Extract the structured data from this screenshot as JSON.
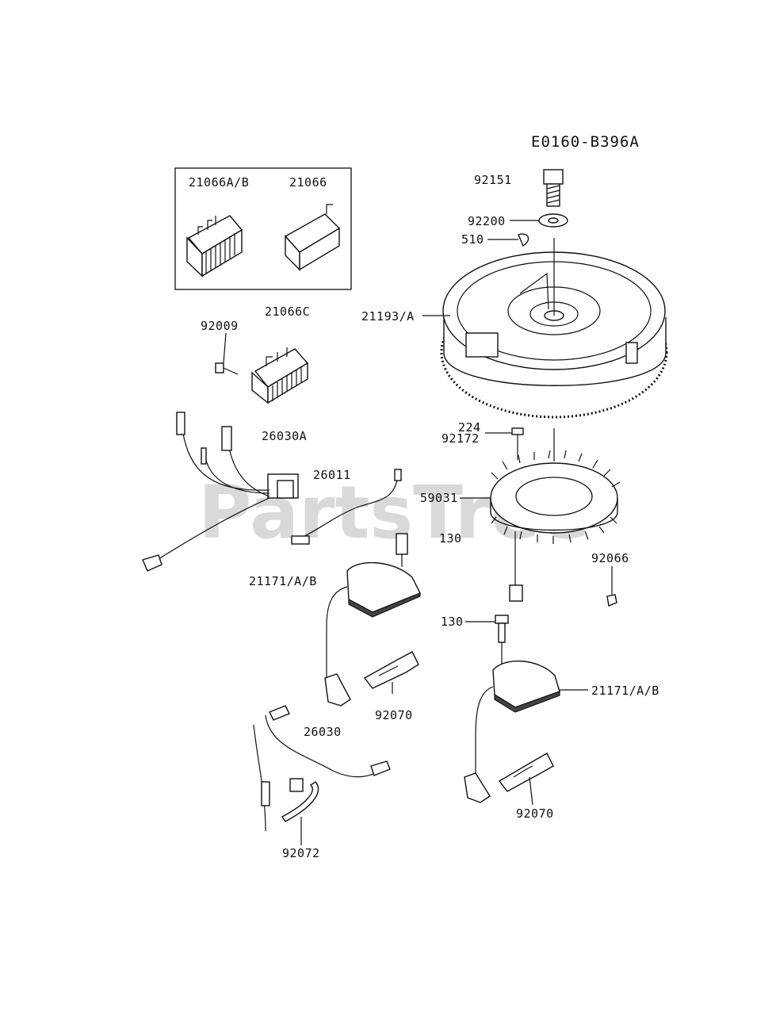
{
  "diagram_code": "E0160-B396A",
  "watermark": "PartsTree",
  "labels": {
    "p21066AB": "21066A/B",
    "p21066": "21066",
    "p21066C": "21066C",
    "p92009": "92009",
    "p26030A": "26030A",
    "p26011": "26011",
    "p21171_left": "21171/A/B",
    "p92070_left": "92070",
    "p26030": "26030",
    "p92072": "92072",
    "p92151": "92151",
    "p92200": "92200",
    "p510": "510",
    "p21193": "21193/A",
    "p224": "224",
    "p92172": "92172",
    "p59031": "59031",
    "p130_upper": "130",
    "p92066": "92066",
    "p130_lower": "130",
    "p21171_right": "21171/A/B",
    "p92070_right": "92070"
  }
}
